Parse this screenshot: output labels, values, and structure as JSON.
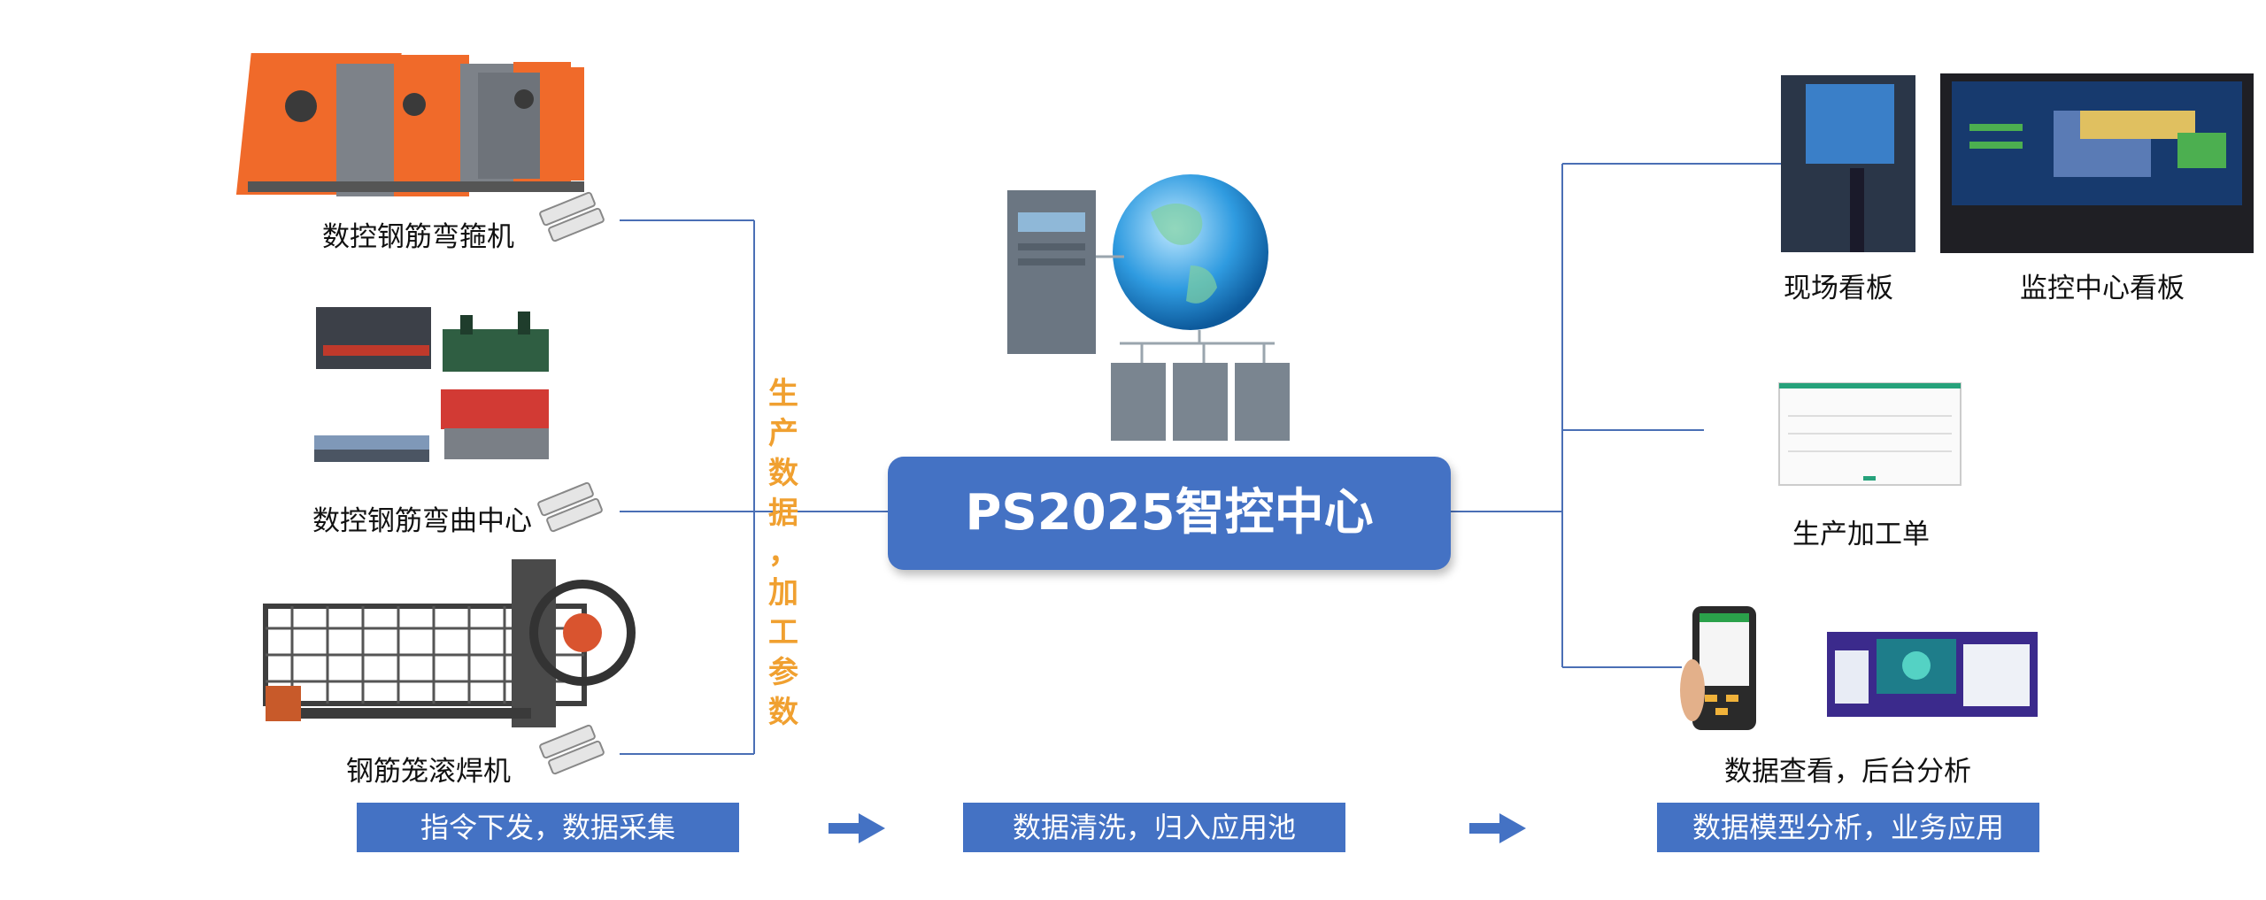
{
  "colors": {
    "accent_blue": "#4472c4",
    "orange": "#f0a030",
    "line": "#4a6fb5"
  },
  "machines": [
    {
      "label": "数控钢筋弯箍机",
      "icon": "bending-hoop-machine"
    },
    {
      "label": "数控钢筋弯曲中心",
      "icon": "bending-center-machines"
    },
    {
      "label": "钢筋笼滚焊机",
      "icon": "cage-roll-welder"
    }
  ],
  "sensor_icon": "sensor-icon",
  "vertical_text": [
    "生",
    "产",
    "数",
    "据",
    "，",
    "加",
    "工",
    "参",
    "数"
  ],
  "hub": {
    "title": "PS2025智控中心",
    "icon": "server-globe-network"
  },
  "outputs": {
    "site_board": "现场看板",
    "monitor_board": "监控中心看板",
    "work_order": "生产加工单",
    "analysis": "数据查看，后台分析"
  },
  "steps": [
    "指令下发，数据采集",
    "数据清洗，归入应用池",
    "数据模型分析，业务应用"
  ]
}
